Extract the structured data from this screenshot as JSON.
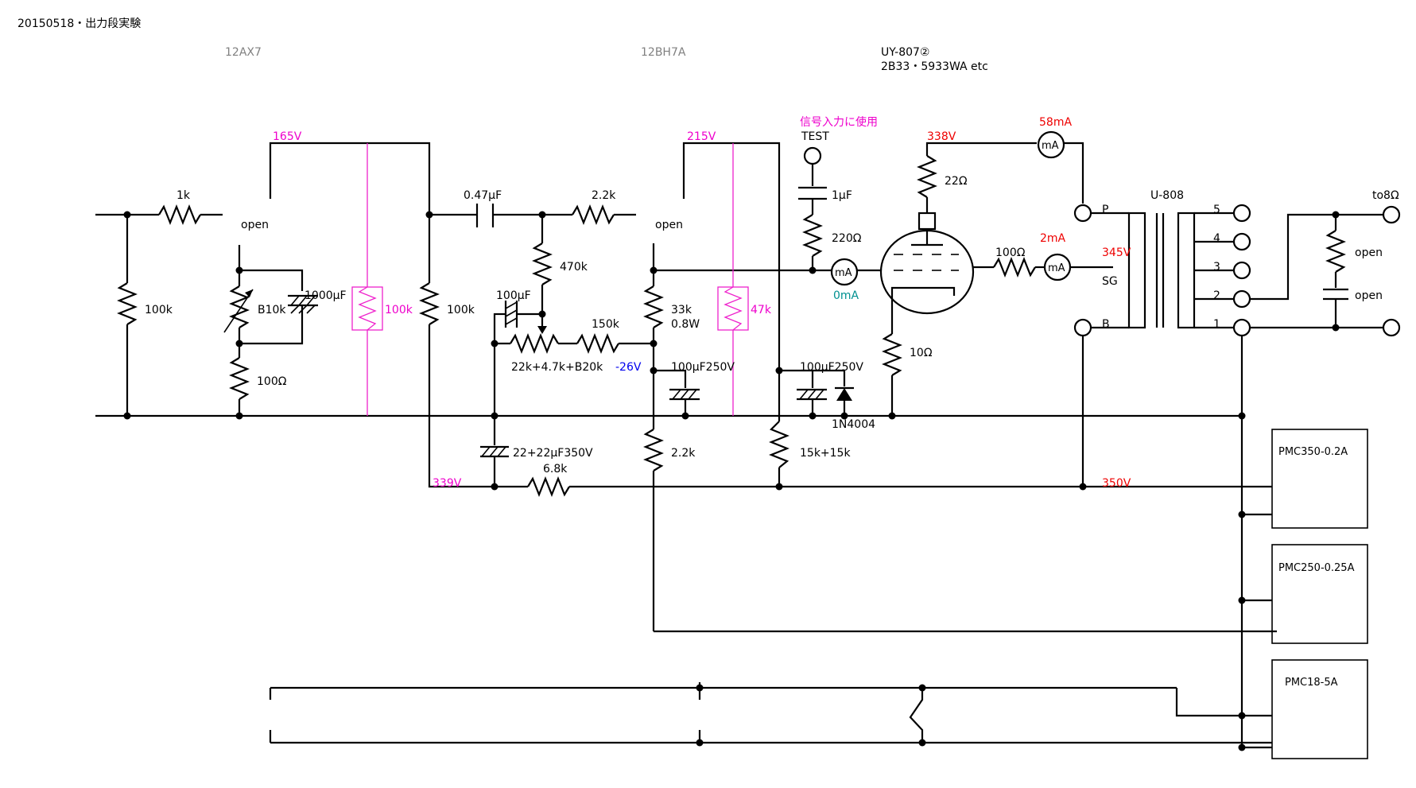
{
  "header": {
    "title": "20150518・出力段実験",
    "tube1": "12AX7",
    "tube2": "12BH7A",
    "tube3": "UY-807②",
    "tube3_alt": "2B33・5933WA etc"
  },
  "voltages": {
    "v165": "165V",
    "v215": "215V",
    "v338": "338V",
    "v345": "345V",
    "v339": "339V",
    "v350": "350V",
    "vneg26": "-26V"
  },
  "currents": {
    "plate": "58mA",
    "screen": "2mA",
    "grid": "0mA",
    "meter": "mA"
  },
  "components": {
    "r_1k": "1k",
    "open1": "open",
    "open2": "open",
    "r_100k_in": "100k",
    "vr_b10k": "B10k",
    "c_1000uf": "1000μF",
    "r_100k_mag": "100k",
    "r_100k_load": "100k",
    "r_100ohm": "100Ω",
    "c_047uf": "0.47μF",
    "r_2k2_a": "2.2k",
    "r_470k": "470k",
    "c_100uf_a": "100μF",
    "r_150k": "150k",
    "vr_bias": "22k+4.7k+B20k",
    "r_33k": "33k",
    "r_33k_w": "0.8W",
    "r_47k_mag": "47k",
    "c_100uf_250v_a": "100μF250V",
    "c_22uf": "22+22μF350V",
    "r_6k8": "6.8k",
    "r_2k2_b": "2.2k",
    "test_note": "信号入力に使用",
    "test": "TEST",
    "c_1uf": "1μF",
    "r_220ohm": "220Ω",
    "c_100uf_250v_b": "100μF250V",
    "diode": "1N4004",
    "r_15k": "15k+15k",
    "r_22ohm": "22Ω",
    "r_10ohm": "10Ω",
    "r_100ohm_sg": "100Ω",
    "t_name": "U-808",
    "t_p": "P",
    "t_sg": "SG",
    "t_b": "B",
    "tap5": "5",
    "tap4": "4",
    "tap3": "3",
    "tap2": "2",
    "tap1": "1",
    "out": "to8Ω",
    "open3": "open",
    "open4": "open"
  },
  "supplies": {
    "psu1": "PMC350-0.2A",
    "psu2": "PMC250-0.25A",
    "psu3": "PMC18-5A"
  }
}
